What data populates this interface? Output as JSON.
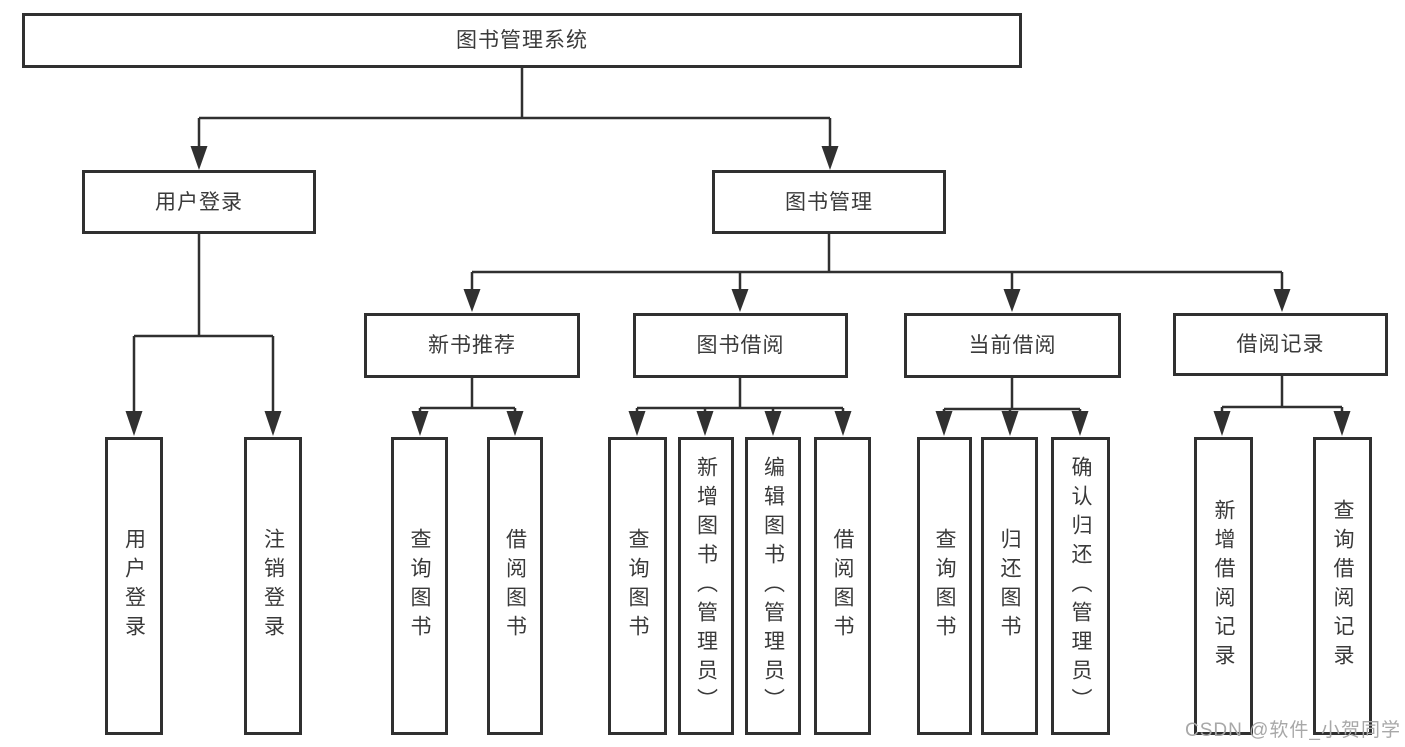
{
  "tree": {
    "root": "图书管理系统",
    "branches": [
      {
        "label": "用户登录",
        "children": [
          "用户登录",
          "注销登录"
        ]
      },
      {
        "label": "图书管理",
        "sections": [
          {
            "label": "新书推荐",
            "children": [
              "查询图书",
              "借阅图书"
            ]
          },
          {
            "label": "图书借阅",
            "children": [
              "查询图书",
              "新增图书（管理员）",
              "编辑图书（管理员）",
              "借阅图书"
            ]
          },
          {
            "label": "当前借阅",
            "children": [
              "查询图书",
              "归还图书",
              "确认归还（管理员）"
            ]
          },
          {
            "label": "借阅记录",
            "children": [
              "新增借阅记录",
              "查询借阅记录"
            ]
          }
        ]
      }
    ]
  },
  "watermark": {
    "text": "CSDN @软件_小贺同学"
  },
  "colors": {
    "line": "#303030",
    "box_border": "#303030",
    "text": "#3a3a3a",
    "watermark": "#a8a8a8",
    "background": "#ffffff"
  }
}
